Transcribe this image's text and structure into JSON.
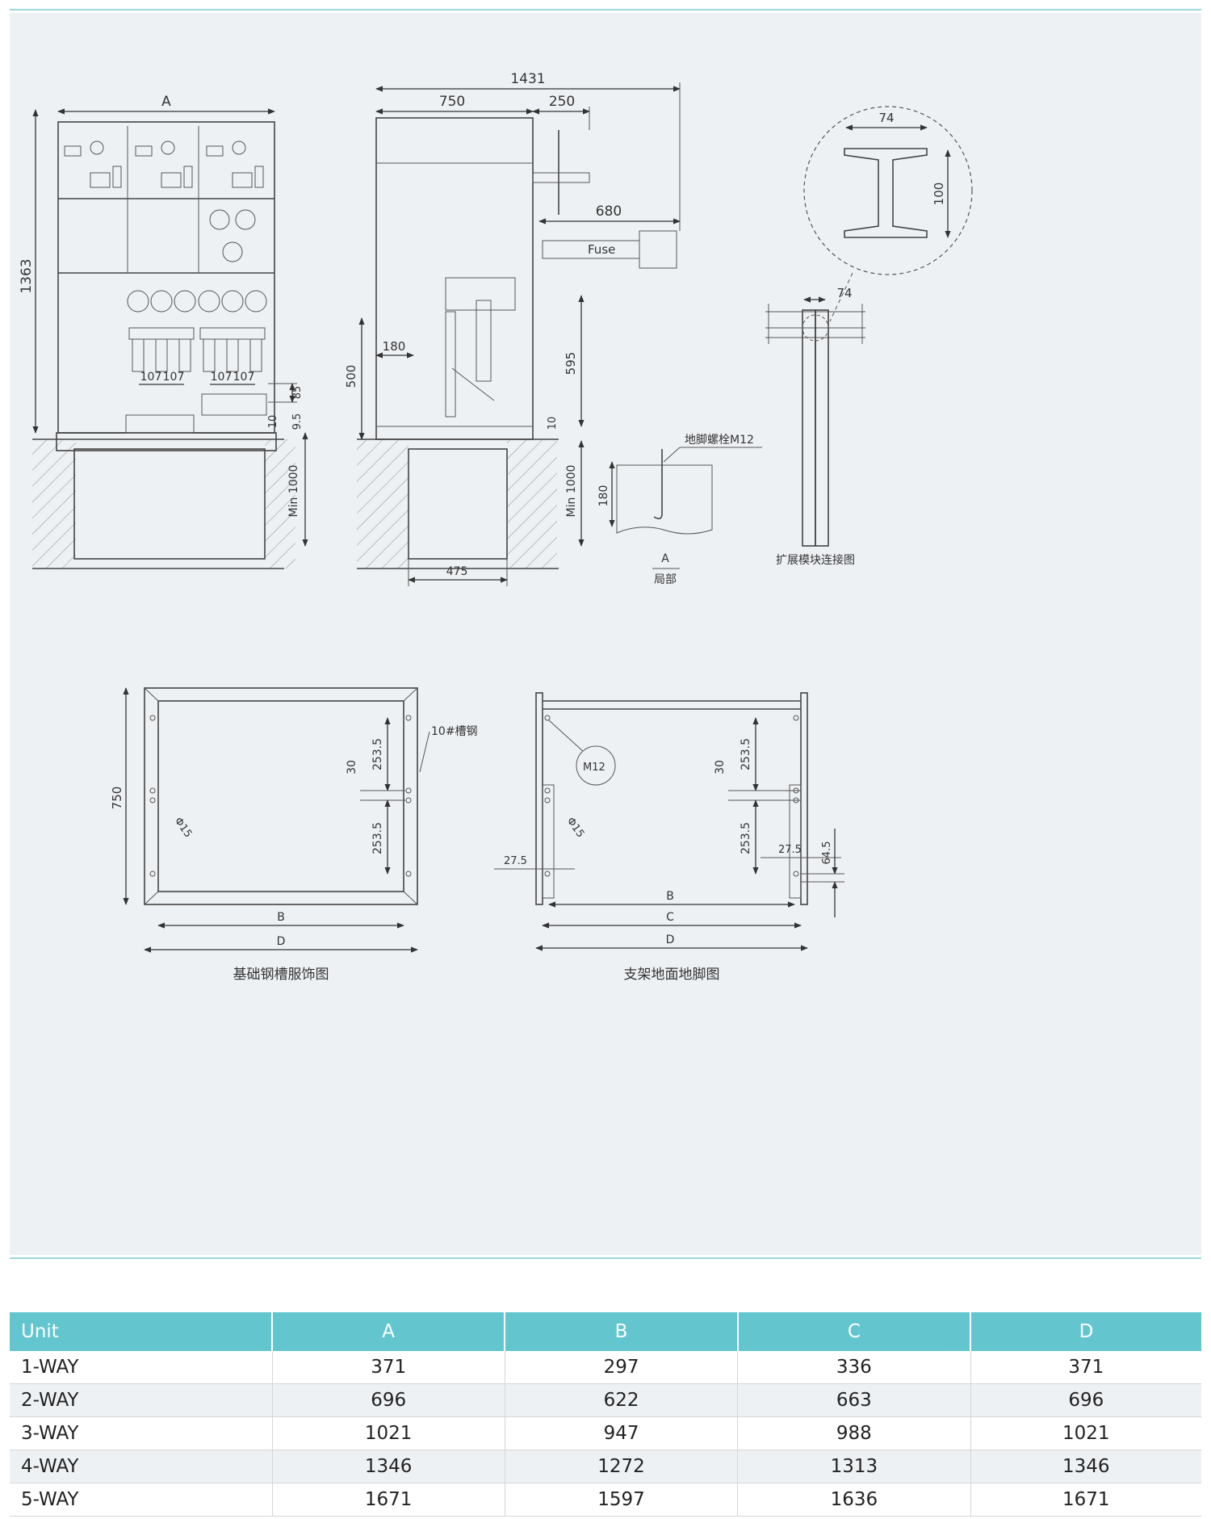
{
  "front_view": {
    "dim_A": "A",
    "dim_height": "1363",
    "dims_107": [
      "107",
      "107",
      "107",
      "107"
    ],
    "dim_85": "85",
    "dim_10": "10",
    "dim_95": "9.5",
    "dim_min1000": "Min 1000"
  },
  "side_view": {
    "dim_1431": "1431",
    "dim_750": "750",
    "dim_250": "250",
    "dim_680": "680",
    "fuse_label": "Fuse",
    "dim_180": "180",
    "dim_500": "500",
    "dim_595": "595",
    "dim_10": "10",
    "dim_min1000": "Min 1000",
    "dim_475": "475"
  },
  "detail_beam": {
    "dim_74": "74",
    "dim_100": "100"
  },
  "detail_bolt": {
    "bolt_label": "地脚螺栓M12",
    "dim_180": "180",
    "caption_letter": "A",
    "caption": "局部"
  },
  "detail_module": {
    "dim_74": "74",
    "caption": "扩展模块连接图"
  },
  "plan_left": {
    "channel_label": "10#槽钢",
    "dim_750": "750",
    "dim_2535_top": "253.5",
    "dim_30": "30",
    "dim_2535_bottom": "253.5",
    "hole_label": "Φ15",
    "dim_B": "B",
    "dim_D": "D",
    "caption": "基础钢槽服饰图"
  },
  "plan_right": {
    "bolt_label": "M12",
    "hole_label": "Φ15",
    "dim_275_left": "27.5",
    "dim_2535_top": "253.5",
    "dim_30": "30",
    "dim_2535_bottom": "253.5",
    "dim_275_right": "27.5",
    "dim_645": "64.5",
    "dim_B": "B",
    "dim_C": "C",
    "dim_D": "D",
    "caption": "支架地面地脚图"
  },
  "table": {
    "headers": [
      "Unit",
      "A",
      "B",
      "C",
      "D"
    ],
    "rows": [
      [
        "1-WAY",
        "371",
        "297",
        "336",
        "371"
      ],
      [
        "2-WAY",
        "696",
        "622",
        "663",
        "696"
      ],
      [
        "3-WAY",
        "1021",
        "947",
        "988",
        "1021"
      ],
      [
        "4-WAY",
        "1346",
        "1272",
        "1313",
        "1346"
      ],
      [
        "5-WAY",
        "1671",
        "1597",
        "1636",
        "1671"
      ]
    ]
  }
}
